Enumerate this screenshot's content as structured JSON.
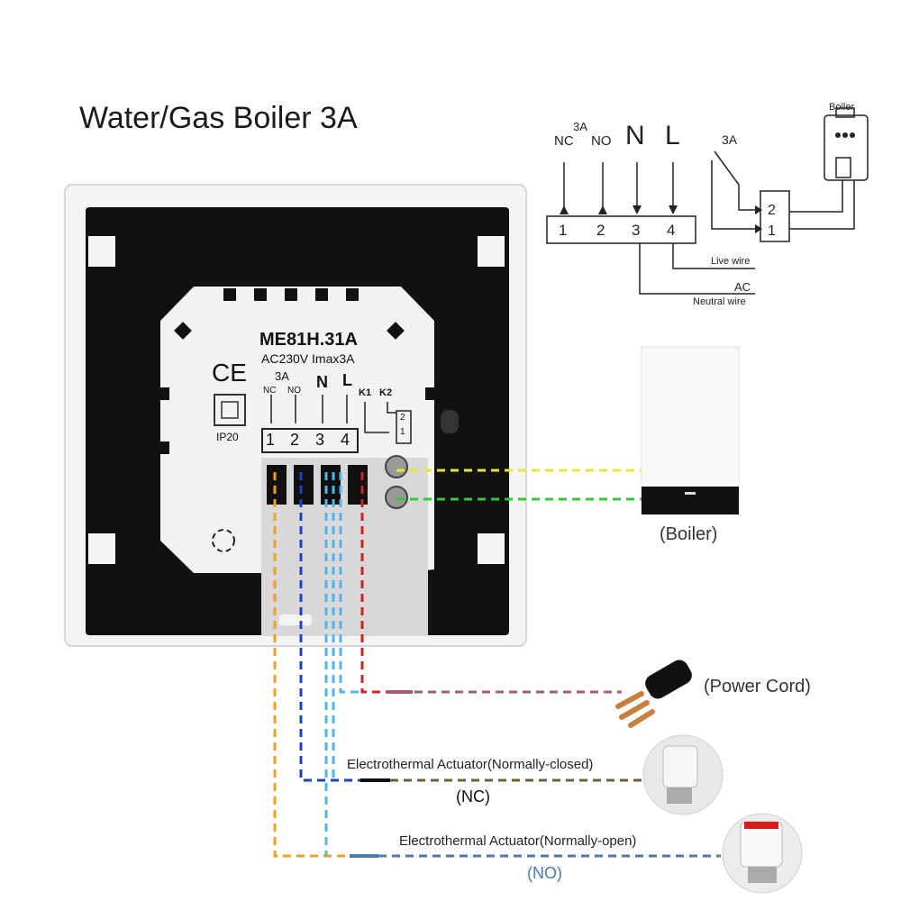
{
  "title": "Water/Gas Boiler 3A",
  "device": {
    "model": "ME81H.31A",
    "rating": "AC230V Imax3A",
    "ce_mark": "CE",
    "ip_rating": "IP20",
    "relay_current": "3A",
    "terminal_labels_top": [
      "NC",
      "NO",
      "N",
      "L"
    ],
    "terminal_numbers": [
      "1",
      "2",
      "3",
      "4"
    ],
    "dry_contact_labels": [
      "K1",
      "K2"
    ],
    "dry_contact_numbers": [
      "1",
      "2"
    ]
  },
  "schematic": {
    "relay_current": "3A",
    "labels_top": [
      "NC",
      "NO",
      "N",
      "L"
    ],
    "terminal_numbers": [
      "1",
      "2",
      "3",
      "4"
    ],
    "dry_contact_current": "3A",
    "dry_contact_numbers": [
      "1",
      "2"
    ],
    "boiler_label": "Boiler",
    "live_wire_label": "Live wire",
    "ac_label": "AC",
    "neutral_wire_label": "Neutral wire"
  },
  "boiler_caption": "(Boiler)",
  "power_cord_caption": "(Power Cord)",
  "actuator_nc": {
    "label": "Electrothermal Actuator(Normally-closed)",
    "tag": "(NC)"
  },
  "actuator_no": {
    "label": "Electrothermal Actuator(Normally-open)",
    "tag": "(NO)"
  },
  "colors": {
    "yellow_wire": "#e6e832",
    "green_wire": "#2ecc2e",
    "red_wire": "#d42020",
    "blue_wire": "#1f3fc4",
    "light_blue_wire": "#4fb6e8",
    "orange_wire": "#f0a020",
    "power_cord_wire": "#a35a6a",
    "no_tag": "#4a7ab0"
  }
}
